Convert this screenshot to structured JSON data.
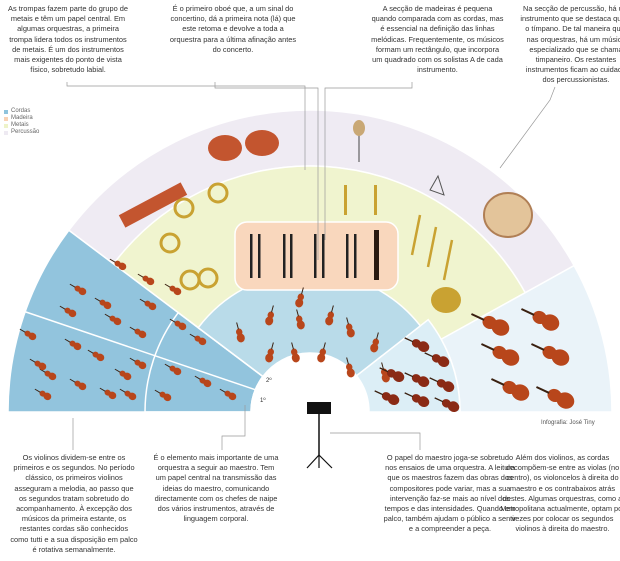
{
  "legend": [
    {
      "label": "Cordas",
      "color": "#8fc3dc"
    },
    {
      "label": "Madeira",
      "color": "#f9d2b4"
    },
    {
      "label": "Metais",
      "color": "#eef3c9"
    },
    {
      "label": "Percussão",
      "color": "#eeeaf2"
    }
  ],
  "colors": {
    "strings_dark": "#92c4dd",
    "strings_mid": "#b9dbe9",
    "strings_light": "#dceef6",
    "strings_pale": "#eaf3f9",
    "woodwind": "#f9d7bd",
    "brass": "#f0f4cf",
    "percussion": "#efebf3",
    "violin": "#b8461b",
    "cello": "#8a2a15",
    "brass_instrument": "#c9a232"
  },
  "notes_top": [
    "As trompas fazem parte do grupo de metais e têm um papel central. Em algumas orquestras, a primeira trompa lidera todos os instrumentos de metais. É um dos instrumentos mais exigentes do ponto de vista físico, sobretudo labial.",
    "É o primeiro oboé que, a um sinal do concertino, dá a primeira nota (lá) que este retoma e devolve a toda a orquestra para a última afinação antes do concerto.",
    "A secção de madeiras é pequena quando comparada com as cordas, mas é essencial na definição das linhas melódicas. Frequentemente, os músicos formam um rectângulo, que incorpora um quadrado com os solistas A de cada instrumento.",
    "Na secção de percussão, há um instrumento que se destaca que é o tímpano. De tal maneira que, nas orquestras, há um músico especializado que se chama timpaneiro. Os restantes instrumentos ficam ao cuidado dos percussionistas."
  ],
  "notes_bottom": [
    "Os violinos dividem-se entre os primeiros e os segundos. No período clássico, os primeiros violinos asseguram a melodia, ao passo que os segundos tratam sobretudo do acompanhamento. À excepção dos músicos da primeira estante, os restantes cordas são conhecidos como tutti e a sua disposição em palco é rotativa semanalmente.",
    "É o elemento mais importante de uma orquestra a seguir ao maestro. Tem um papel central na transmissão das ideias do maestro, comunicando directamente com os chefes de naipe dos vários instrumentos, através de linguagem corporal.",
    "O papel do maestro joga-se sobretudo nos ensaios de uma orquestra. A leitura que os maestros fazem das obras dos compositores pode variar, mas a sua intervenção faz-se mais ao nível dos tempos e das intensidades. Quando em palco, também ajudam o público a sentir e a compreender a peça.",
    "Além dos violinos, as cordas decompõem-se entre as violas (no centro), os violoncelos à direita do maestro e os contrabaixos atrás destes. Algumas orquestras, como a Metropolitana actualmente, optam por vezes por colocar os segundos violinos à direita do maestro."
  ],
  "labels": {
    "second": "2º",
    "first": "1º"
  },
  "credit": "Infografia: José Tiny"
}
